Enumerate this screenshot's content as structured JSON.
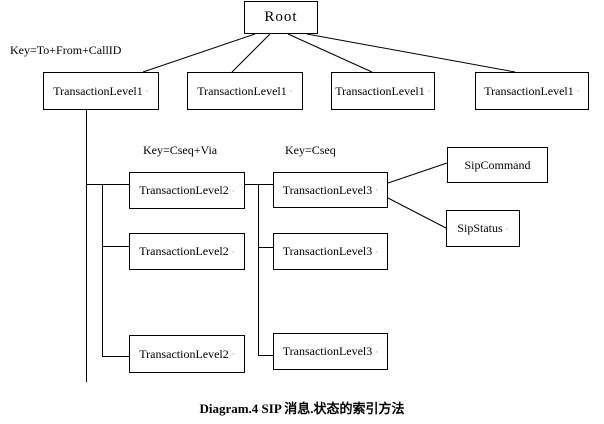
{
  "diagram": {
    "root_label": "Root",
    "key_annotations": {
      "level1_key": "Key=To+From+CallID",
      "level2_key": "Key=Cseq+Via",
      "level3_key": "Key=Cseq"
    },
    "node_labels": {
      "level1": "TransactionLevel1",
      "level2": "TransactionLevel2",
      "level3": "TransactionLevel3",
      "sip_command": "SipCommand",
      "sip_status": "SipStatus"
    },
    "trailing_mark": "·",
    "caption": "Diagram.4 SIP 消息.状态的索引方法"
  },
  "colors": {
    "background": "#ffffff",
    "line": "#000000",
    "text": "#000000",
    "faint_mark": "#888888"
  }
}
